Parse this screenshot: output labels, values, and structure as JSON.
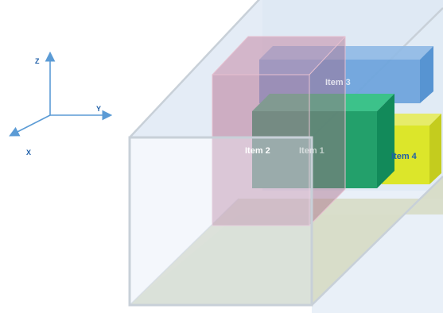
{
  "axes": {
    "z_label": "Z",
    "y_label": "Y",
    "x_label": "X"
  },
  "items": [
    {
      "id": "item-1",
      "label": "Item 1"
    },
    {
      "id": "item-2",
      "label": "Item 2"
    },
    {
      "id": "item-3",
      "label": "Item 3"
    },
    {
      "id": "item-4",
      "label": "Item 4"
    }
  ],
  "colors": {
    "axis": "#5b9bd5",
    "container_edge": "#c8d0d8",
    "container_fill": "#dfe9f5",
    "floor_fill": "#d8dcc8",
    "item1_front": "#1f9e68",
    "item2_fill": "#b97a98",
    "item3_front": "#6fa4dc",
    "item4_front": "#dce62a",
    "label_light": "#ffffff",
    "label_dark": "#1f5fa8"
  }
}
